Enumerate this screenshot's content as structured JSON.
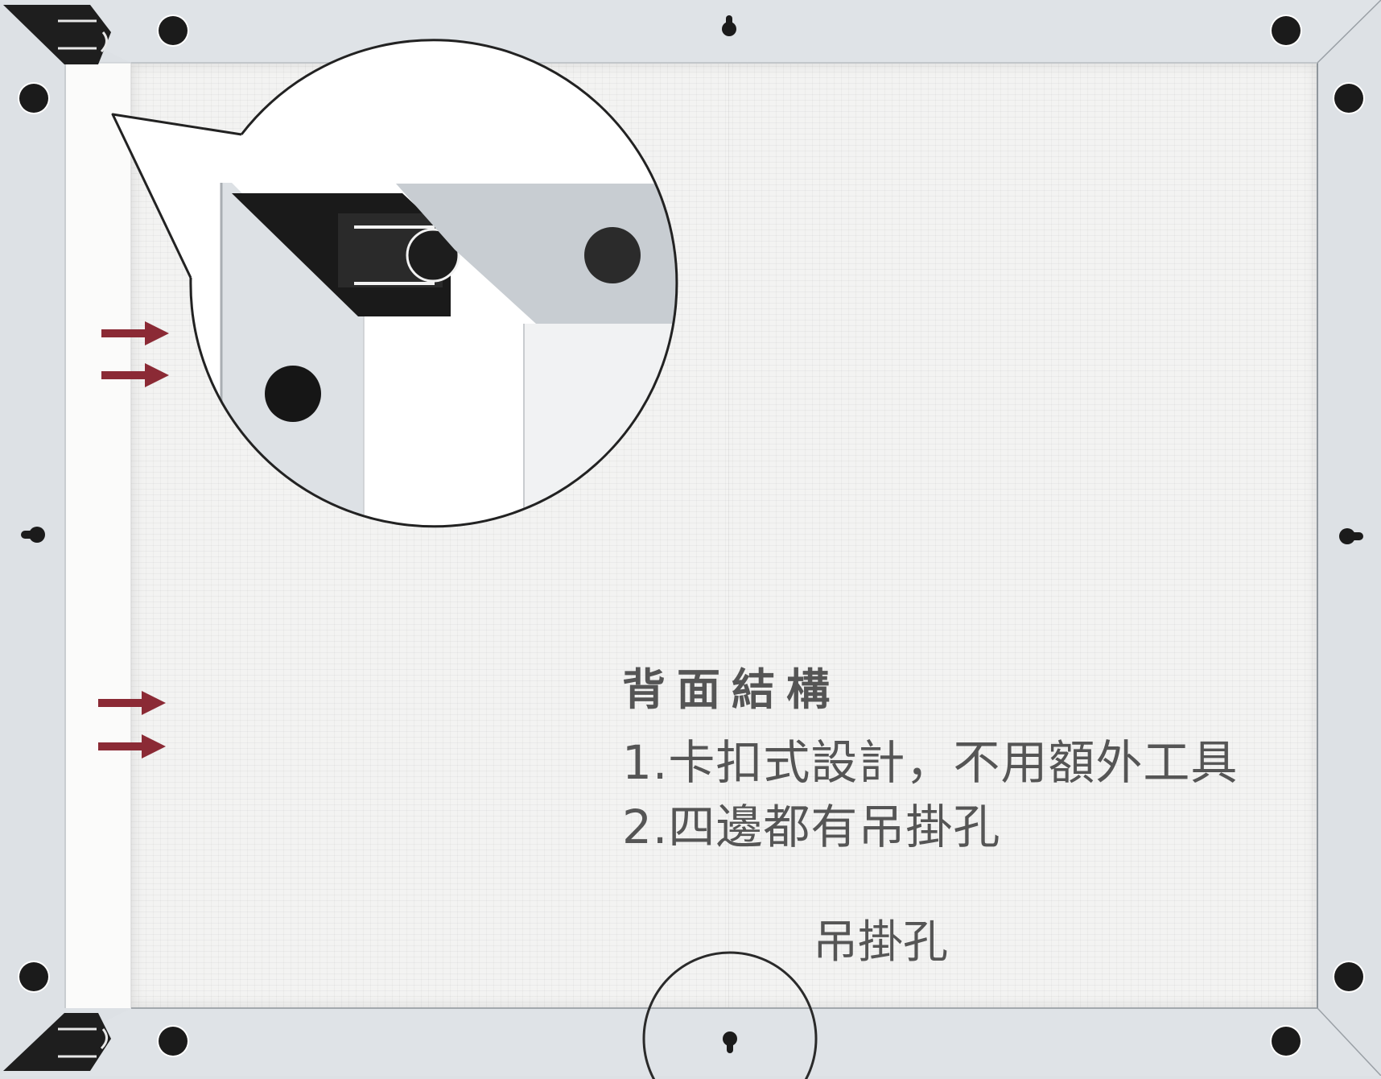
{
  "annotation": {
    "heading": "背面結構",
    "points": [
      "1.卡扣式設計，不用額外工具",
      "2.四邊都有吊掛孔"
    ],
    "hanging_hole_label": "吊掛孔"
  },
  "colors": {
    "frame": "#dfe3e7",
    "board": "#f3f3f2",
    "text": "#555555",
    "arrow": "#8b2a35",
    "hole": "#1b1b1b",
    "corner_clip": "#1e1e1e",
    "outline": "#222222"
  },
  "icons": {
    "arrows": [
      "arrow-right-icon",
      "arrow-right-icon",
      "arrow-right-icon",
      "arrow-right-icon"
    ],
    "hanging_holes": [
      "keyhole-icon-top",
      "keyhole-icon-bottom",
      "keyhole-icon-left",
      "keyhole-icon-right"
    ]
  }
}
